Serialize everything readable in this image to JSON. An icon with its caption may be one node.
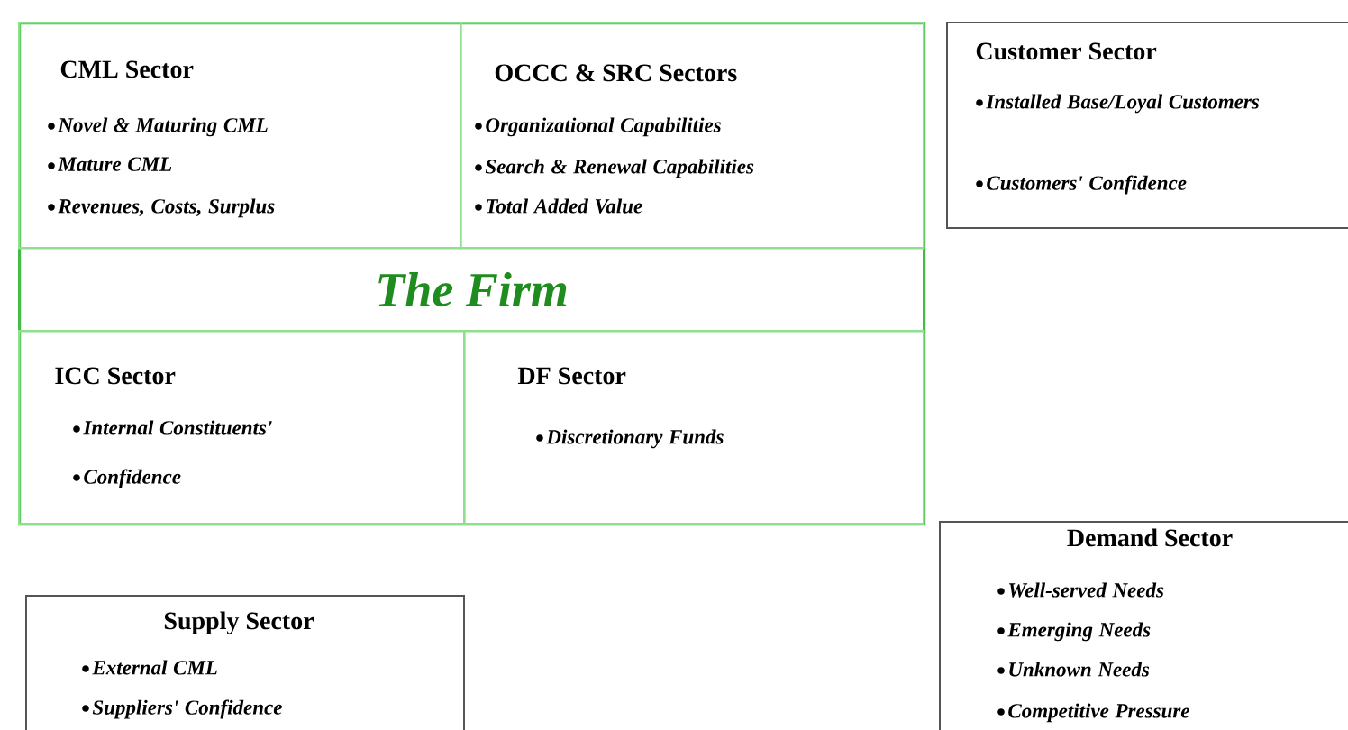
{
  "diagram": {
    "nodes": [
      {
        "text": [
          "The Firm"
        ]
      },
      {
        "text": [
          "CML  Sector",
          "Novel & Maturing CML",
          "Mature CML",
          "Revenues, Costs, Surplus"
        ],
        "in": 0
      },
      {
        "text": [
          "OCCC & SRC Sectors",
          "Organizational Capabilities",
          "Search & Renewal Capabilities",
          "Total Added Value"
        ],
        "in": 0
      },
      {
        "text": [
          "ICC Sector",
          "Internal Constituents'",
          "Confidence"
        ],
        "in": 0
      },
      {
        "text": [
          "DF Sector",
          "Discretionary Funds"
        ],
        "in": 0
      },
      {
        "text": [
          "Customer Sector",
          "Installed Base/Loyal Customers",
          "Customers' Confidence"
        ]
      },
      {
        "text": [
          "Demand Sector",
          "Well-served Needs",
          "Emerging Needs",
          "Unknown Needs",
          "Competitive Pressure"
        ]
      },
      {
        "text": [
          "Supply Sector",
          "External CML",
          "Suppliers' Confidence"
        ]
      }
    ]
  }
}
